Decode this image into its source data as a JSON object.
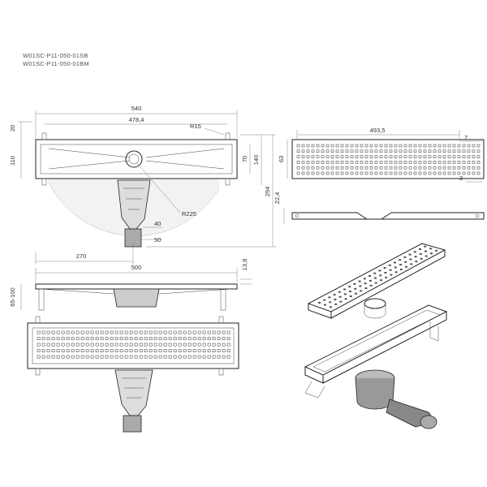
{
  "product_codes": [
    "W01SC-P11-050-01SB",
    "W01SC-P11-050-01BM"
  ],
  "dimensions": {
    "top_view": {
      "d540": "540",
      "d478": "478,4",
      "r15": "R15",
      "d20": "20",
      "d110": "110",
      "d70": "70",
      "d140": "140",
      "d294": "294",
      "r225": "R225",
      "d40": "40",
      "d50": "50",
      "d270": "270"
    },
    "grate_view": {
      "d493": "493,5",
      "d7": "7",
      "d63": "63",
      "d3": "3",
      "d22": "22,4"
    },
    "side_view": {
      "d500": "500",
      "d13": "13,8",
      "d65": "65-100"
    }
  }
}
